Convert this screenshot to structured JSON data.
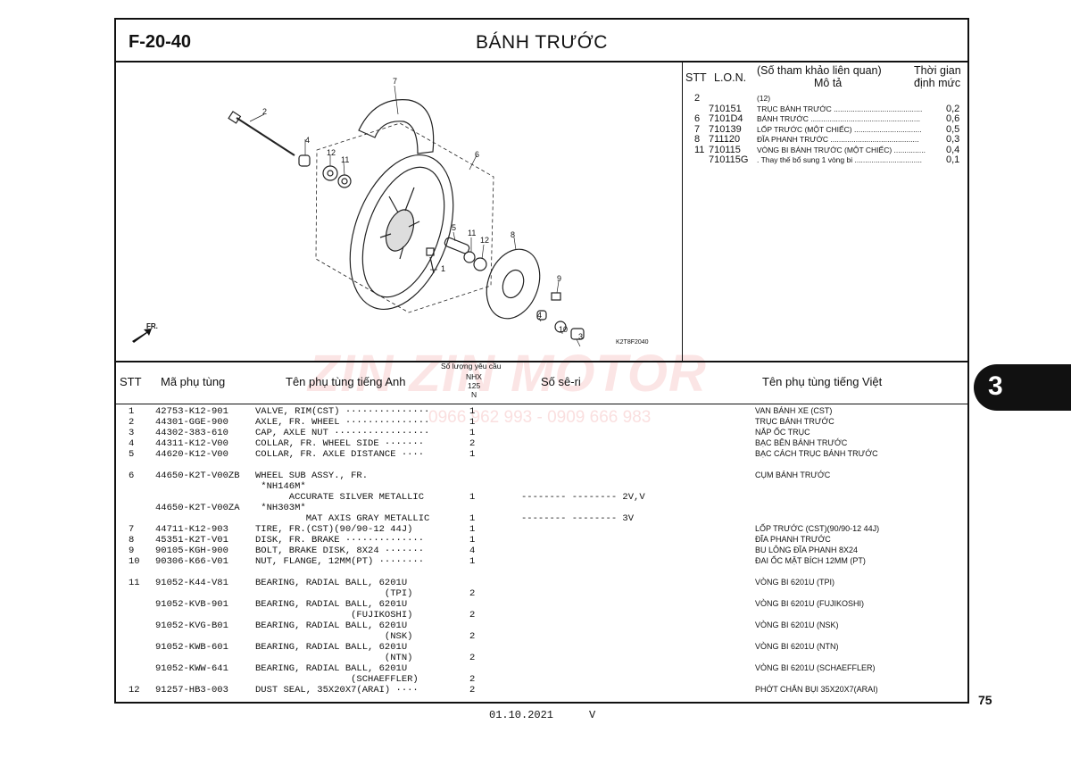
{
  "header": {
    "code": "F-20-40",
    "title": "BÁNH TRƯỚC"
  },
  "labor": {
    "headers": {
      "stt": "STT",
      "lon": "L.O.N.",
      "desc_top": "(Số tham khảo liên quan)",
      "desc": "Mô tả",
      "time1": "Thời gian",
      "time2": "định mức"
    },
    "rows": [
      {
        "stt": "2",
        "lon": "",
        "desc": "(12)",
        "time": ""
      },
      {
        "stt": "",
        "lon": "710151",
        "desc": "TRỤC BÁNH TRƯỚC ..........................................",
        "time": "0,2"
      },
      {
        "stt": "6",
        "lon": "7101D4",
        "desc": "BÁNH TRƯỚC ....................................................",
        "time": "0,6"
      },
      {
        "stt": "7",
        "lon": "710139",
        "desc": "LỐP TRƯỚC (MỘT CHIẾC) ................................",
        "time": "0,5"
      },
      {
        "stt": "8",
        "lon": "711120",
        "desc": "ĐĨA PHANH TRƯỚC ..........................................",
        "time": "0,3"
      },
      {
        "stt": "11",
        "lon": "710115",
        "desc": "VÒNG BI BÁNH TRƯỚC (MỘT CHIẾC) ...............",
        "time": "0,4"
      },
      {
        "stt": "",
        "lon": "710115G",
        "desc": ". Thay thế bổ sung 1 vòng bi ................................",
        "time": "0,1"
      }
    ]
  },
  "diagram": {
    "callouts": [
      "7",
      "2",
      "4",
      "12",
      "11",
      "6",
      "5",
      "11",
      "12",
      "8",
      "1",
      "9",
      "4",
      "10",
      "3"
    ],
    "fr_label": "FR.",
    "figure_code": "K2T8F2040"
  },
  "table": {
    "headers": {
      "stt": "STT",
      "part_no": "Mã phụ tùng",
      "name_en": "Tên phụ tùng tiếng Anh",
      "qty_top": "Số lượng yêu cầu",
      "qty_model": "NHX",
      "qty_model2": "125",
      "qty_model3": "N",
      "serial": "Số sê-ri",
      "name_vi": "Tên phụ tùng tiếng Việt"
    },
    "rows": [
      {
        "stt": "1",
        "part": "42753-K12-901",
        "en": "VALVE, RIM(CST) ···············",
        "qty": "1",
        "serial": "",
        "vi": "VAN BÁNH XE (CST)"
      },
      {
        "stt": "2",
        "part": "44301-GGE-900",
        "en": "AXLE, FR. WHEEL ···············",
        "qty": "1",
        "serial": "",
        "vi": "TRỤC BÁNH TRƯỚC"
      },
      {
        "stt": "3",
        "part": "44302-383-610",
        "en": "CAP, AXLE NUT ·················",
        "qty": "1",
        "serial": "",
        "vi": "NẮP ỐC TRỤC"
      },
      {
        "stt": "4",
        "part": "44311-K12-V00",
        "en": "COLLAR, FR. WHEEL SIDE ·······",
        "qty": "2",
        "serial": "",
        "vi": "BẠC BÊN BÁNH TRƯỚC"
      },
      {
        "stt": "5",
        "part": "44620-K12-V00",
        "en": "COLLAR, FR. AXLE DISTANCE ····",
        "qty": "1",
        "serial": "",
        "vi": "BẠC CÁCH TRỤC BÁNH TRƯỚC"
      },
      {
        "stt": "6",
        "part": "44650-K2T-V00ZB",
        "en": "WHEEL SUB ASSY., FR.",
        "qty": "",
        "serial": "",
        "vi": "CỤM BÁNH TRƯỚC"
      },
      {
        "stt": "",
        "part": "",
        "en": " *NH146M*",
        "qty": "",
        "serial": "",
        "vi": ""
      },
      {
        "stt": "",
        "part": "",
        "en": "      ACCURATE SILVER METALLIC",
        "qty": "1",
        "serial": "-------- -------- 2V,V",
        "vi": ""
      },
      {
        "stt": "",
        "part": "44650-K2T-V00ZA",
        "en": " *NH303M*",
        "qty": "",
        "serial": "",
        "vi": ""
      },
      {
        "stt": "",
        "part": "",
        "en": "         MAT AXIS GRAY METALLIC",
        "qty": "1",
        "serial": "-------- -------- 3V",
        "vi": ""
      },
      {
        "stt": "7",
        "part": "44711-K12-903",
        "en": "TIRE, FR.(CST)(90/90-12 44J)",
        "qty": "1",
        "serial": "",
        "vi": "LỐP TRƯỚC (CST)(90/90-12 44J)"
      },
      {
        "stt": "8",
        "part": "45351-K2T-V01",
        "en": "DISK, FR. BRAKE ··············",
        "qty": "1",
        "serial": "",
        "vi": "ĐĨA PHANH TRƯỚC"
      },
      {
        "stt": "9",
        "part": "90105-KGH-900",
        "en": "BOLT, BRAKE DISK, 8X24 ·······",
        "qty": "4",
        "serial": "",
        "vi": "BU LÔNG ĐĨA PHANH 8X24"
      },
      {
        "stt": "10",
        "part": "90306-K66-V01",
        "en": "NUT, FLANGE, 12MM(PT) ········",
        "qty": "1",
        "serial": "",
        "vi": "ĐAI ỐC MẶT BÍCH 12MM (PT)"
      },
      {
        "stt": "11",
        "part": "91052-K44-V81",
        "en": "BEARING, RADIAL BALL, 6201U",
        "qty": "",
        "serial": "",
        "vi": "VÒNG BI 6201U (TPI)"
      },
      {
        "stt": "",
        "part": "",
        "en": "                       (TPI)",
        "qty": "2",
        "serial": "",
        "vi": ""
      },
      {
        "stt": "",
        "part": "91052-KVB-901",
        "en": "BEARING, RADIAL BALL, 6201U",
        "qty": "",
        "serial": "",
        "vi": "VÒNG BI 6201U (FUJIKOSHI)"
      },
      {
        "stt": "",
        "part": "",
        "en": "                 (FUJIKOSHI)",
        "qty": "2",
        "serial": "",
        "vi": ""
      },
      {
        "stt": "",
        "part": "91052-KVG-B01",
        "en": "BEARING, RADIAL BALL, 6201U",
        "qty": "",
        "serial": "",
        "vi": "VÒNG BI 6201U (NSK)"
      },
      {
        "stt": "",
        "part": "",
        "en": "                       (NSK)",
        "qty": "2",
        "serial": "",
        "vi": ""
      },
      {
        "stt": "",
        "part": "91052-KWB-601",
        "en": "BEARING, RADIAL BALL, 6201U",
        "qty": "",
        "serial": "",
        "vi": "VÒNG BI 6201U (NTN)"
      },
      {
        "stt": "",
        "part": "",
        "en": "                       (NTN)",
        "qty": "2",
        "serial": "",
        "vi": ""
      },
      {
        "stt": "",
        "part": "91052-KWW-641",
        "en": "BEARING, RADIAL BALL, 6201U",
        "qty": "",
        "serial": "",
        "vi": "VÒNG BI 6201U (SCHAEFFLER)"
      },
      {
        "stt": "",
        "part": "",
        "en": "                 (SCHAEFFLER)",
        "qty": "2",
        "serial": "",
        "vi": ""
      },
      {
        "stt": "12",
        "part": "91257-HB3-003",
        "en": "DUST SEAL, 35X20X7(ARAI) ····",
        "qty": "2",
        "serial": "",
        "vi": "PHỚT CHẮN BỤI 35X20X7(ARAI)"
      }
    ]
  },
  "section_tab": "3",
  "page_number": "75",
  "footer": {
    "date": "01.10.2021",
    "mark": "V"
  },
  "watermark": {
    "brand": "ZIN ZIN MOTOR",
    "phone": "0966 962 993 - 0909 666 983"
  }
}
